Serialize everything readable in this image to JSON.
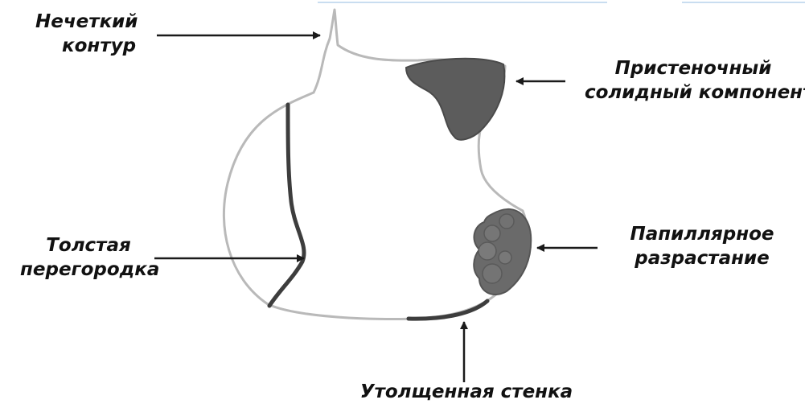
{
  "colors": {
    "outline": "#b9b9b9",
    "thick": "#3d3d3d",
    "solid_fill": "#5c5c5c",
    "papillary_fill": "#6a6a6a",
    "arrow": "#1a1a1a",
    "text": "#111111",
    "frame_line": "#c9ddf0"
  },
  "labels": {
    "fuzzy_contour": {
      "line1": "Нечеткий",
      "line2": "контур"
    },
    "parietal_solid": {
      "line1": "Пристеночный",
      "line2": "солидный компонент"
    },
    "thick_septum": {
      "line1": "Толстая",
      "line2": "перегородка"
    },
    "papillary_growth": {
      "line1": "Папиллярное",
      "line2": "разрастание"
    },
    "thickened_wall": {
      "line1": "Утолщенная стенка"
    }
  }
}
